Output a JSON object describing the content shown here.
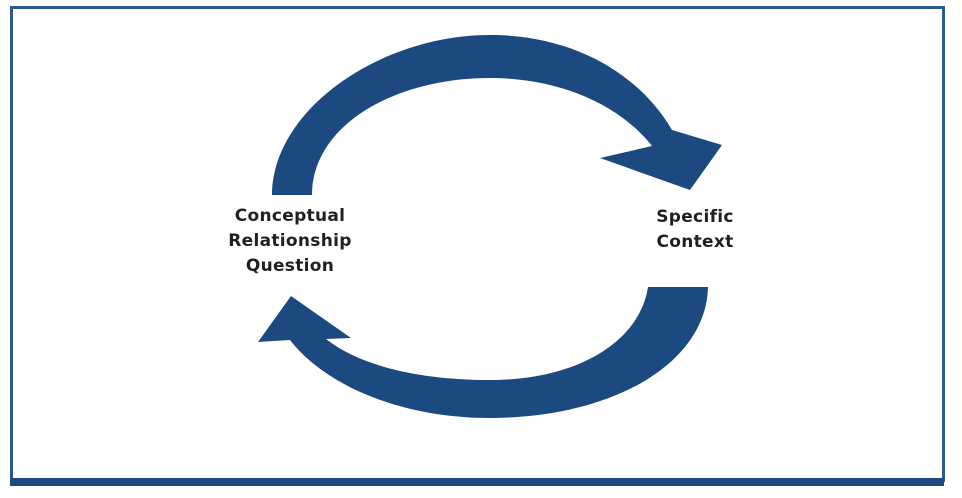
{
  "diagram": {
    "type": "cycle",
    "accent_color": "#1c4a80",
    "frame_color": "#2a5a8e",
    "text_color": "#231f20",
    "nodes": [
      {
        "id": "conceptual",
        "lines": [
          "Conceptual",
          "Relationship",
          "Question"
        ]
      },
      {
        "id": "context",
        "lines": [
          "Specific",
          "Context"
        ]
      }
    ],
    "arrows": [
      {
        "from": "conceptual",
        "to": "context",
        "direction": "clockwise-top",
        "icon": "curved-arrow-right-icon"
      },
      {
        "from": "context",
        "to": "conceptual",
        "direction": "clockwise-bottom",
        "icon": "curved-arrow-left-icon"
      }
    ]
  }
}
